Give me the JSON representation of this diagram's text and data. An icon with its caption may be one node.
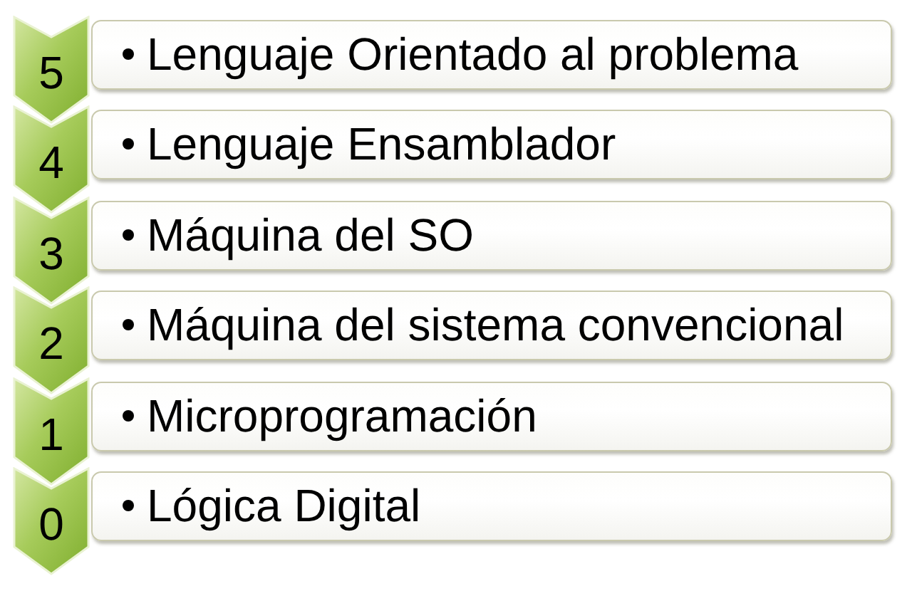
{
  "diagram": {
    "nodes": [
      {
        "text": [
          "5"
        ]
      },
      {
        "text": [
          "Lenguaje Orientado al problema"
        ]
      },
      {
        "text": [
          "4"
        ]
      },
      {
        "text": [
          "Lenguaje Ensamblador"
        ]
      },
      {
        "text": [
          "3"
        ]
      },
      {
        "text": [
          "Máquina del SO"
        ]
      },
      {
        "text": [
          "2"
        ]
      },
      {
        "text": [
          "Máquina del sistema convencional"
        ]
      },
      {
        "text": [
          "1"
        ]
      },
      {
        "text": [
          "Microprogramación"
        ]
      },
      {
        "text": [
          "0"
        ]
      },
      {
        "text": [
          "Lógica Digital"
        ]
      }
    ]
  }
}
